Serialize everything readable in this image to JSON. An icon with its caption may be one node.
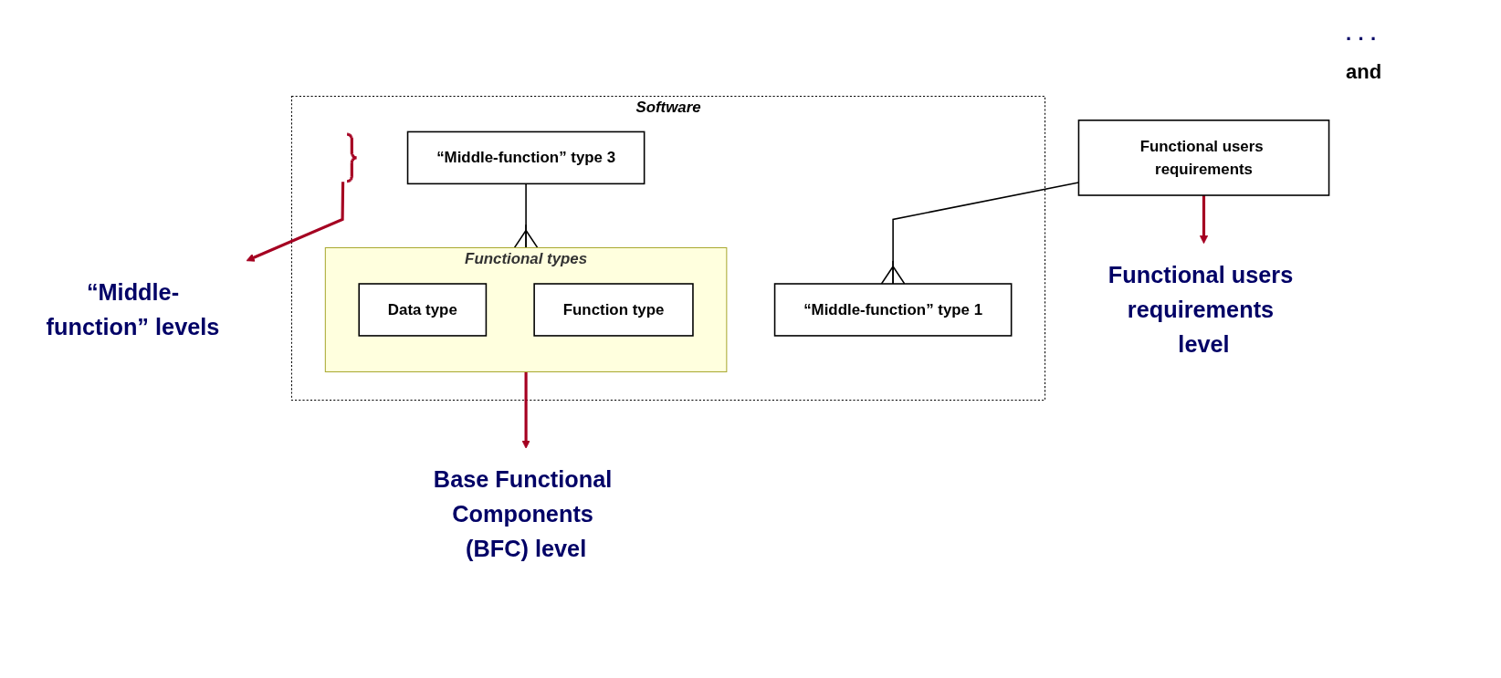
{
  "diagram": {
    "nodes": [
      {
        "text": [
          "Functional users requirements"
        ]
      },
      {
        "text": [
          "Functional users requirements level"
        ]
      },
      {
        "text": [
          "Software"
        ]
      },
      {
        "text": [
          "“Middle-function” type 1"
        ],
        "in": 2
      },
      {
        "text": [],
        "shape": "brace",
        "in": 2
      },
      {
        "text": [
          "“Middle-function” levels"
        ]
      },
      {
        "text": [
          "“Middle-function” type 3"
        ],
        "in": 2
      },
      {
        "text": [
          "Functional types"
        ],
        "in": 2
      },
      {
        "text": [
          "Data type"
        ],
        "in": 7
      },
      {
        "text": [
          "Function type"
        ],
        "in": 7
      },
      {
        "text": [
          "Base Functional Components (BFC) level"
        ]
      }
    ],
    "edges": [
      {
        "from": 0,
        "to": 3,
        "arrow": "other",
        "color": "#000000"
      },
      {
        "from": 0,
        "to": 1,
        "arrow": "to"
      },
      {
        "from": 4,
        "to": 5,
        "arrow": "to"
      },
      {
        "from": 6,
        "to": 7,
        "arrow": "other",
        "color": "#000000"
      },
      {
        "from": 7,
        "to": 10,
        "arrow": "to"
      }
    ],
    "labels": [
      "· · ·",
      "and"
    ]
  }
}
